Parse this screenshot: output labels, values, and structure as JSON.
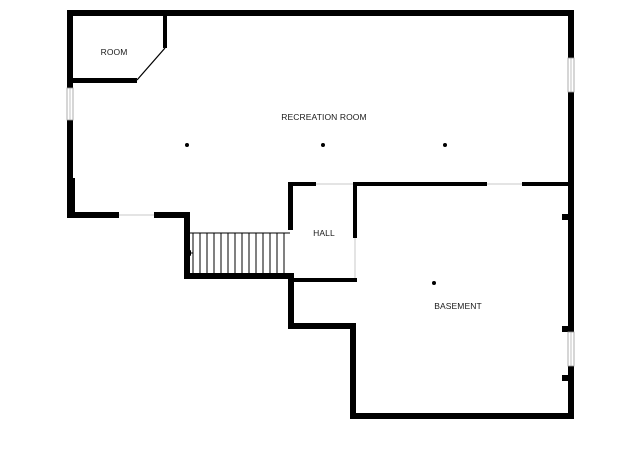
{
  "rooms": {
    "room": "ROOM",
    "recreation_room": "RECREATION ROOM",
    "hall": "HALL",
    "basement": "BASEMENT"
  },
  "colors": {
    "wall": "#000000",
    "background": "#ffffff",
    "window_frame": "#9a9a9a"
  },
  "icons": [
    "ceiling-light-icon",
    "stairs-icon",
    "window-icon",
    "door-icon"
  ]
}
